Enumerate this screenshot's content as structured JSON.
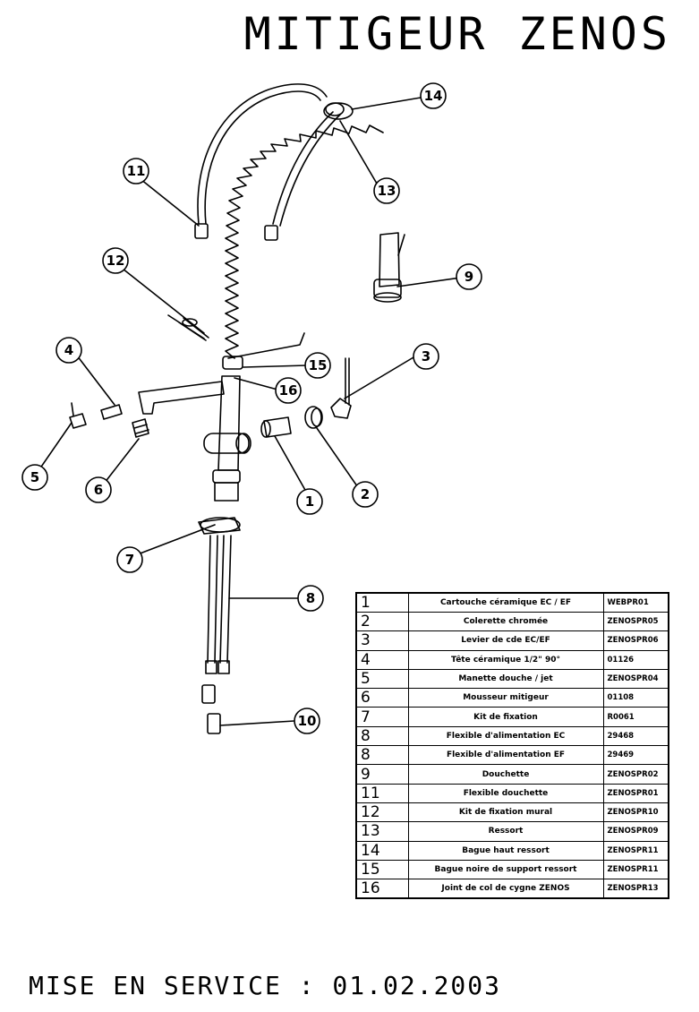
{
  "title": "MITIGEUR ZENOS",
  "footer": "MISE EN SERVICE : 01.02.2003",
  "callouts": [
    "1",
    "2",
    "3",
    "4",
    "5",
    "6",
    "7",
    "8",
    "9",
    "10",
    "11",
    "12",
    "13",
    "14",
    "15",
    "16"
  ],
  "parts": [
    {
      "num": "1",
      "desc": "Cartouche céramique EC / EF",
      "ref": "WEBPR01"
    },
    {
      "num": "2",
      "desc": "Colerette chromée",
      "ref": "ZENOSPR05"
    },
    {
      "num": "3",
      "desc": "Levier de cde EC/EF",
      "ref": "ZENOSPR06"
    },
    {
      "num": "4",
      "desc": "Tête céramique 1/2\" 90°",
      "ref": "01126"
    },
    {
      "num": "5",
      "desc": "Manette douche / jet",
      "ref": "ZENOSPR04"
    },
    {
      "num": "6",
      "desc": "Mousseur mitigeur",
      "ref": "01108"
    },
    {
      "num": "7",
      "desc": "Kit de fixation",
      "ref": "R0061"
    },
    {
      "num": "8",
      "desc": "Flexible d'alimentation EC",
      "ref": "29468"
    },
    {
      "num": "8",
      "desc": "Flexible d'alimentation EF",
      "ref": "29469"
    },
    {
      "num": "9",
      "desc": "Douchette",
      "ref": "ZENOSPR02"
    },
    {
      "num": "11",
      "desc": "Flexible douchette",
      "ref": "ZENOSPR01"
    },
    {
      "num": "12",
      "desc": "Kit de fixation mural",
      "ref": "ZENOSPR10"
    },
    {
      "num": "13",
      "desc": "Ressort",
      "ref": "ZENOSPR09"
    },
    {
      "num": "14",
      "desc": "Bague haut ressort",
      "ref": "ZENOSPR11"
    },
    {
      "num": "15",
      "desc": "Bague noire de support ressort",
      "ref": "ZENOSPR11"
    },
    {
      "num": "16",
      "desc": "Joint de col de cygne ZENOS",
      "ref": "ZENOSPR13"
    }
  ]
}
